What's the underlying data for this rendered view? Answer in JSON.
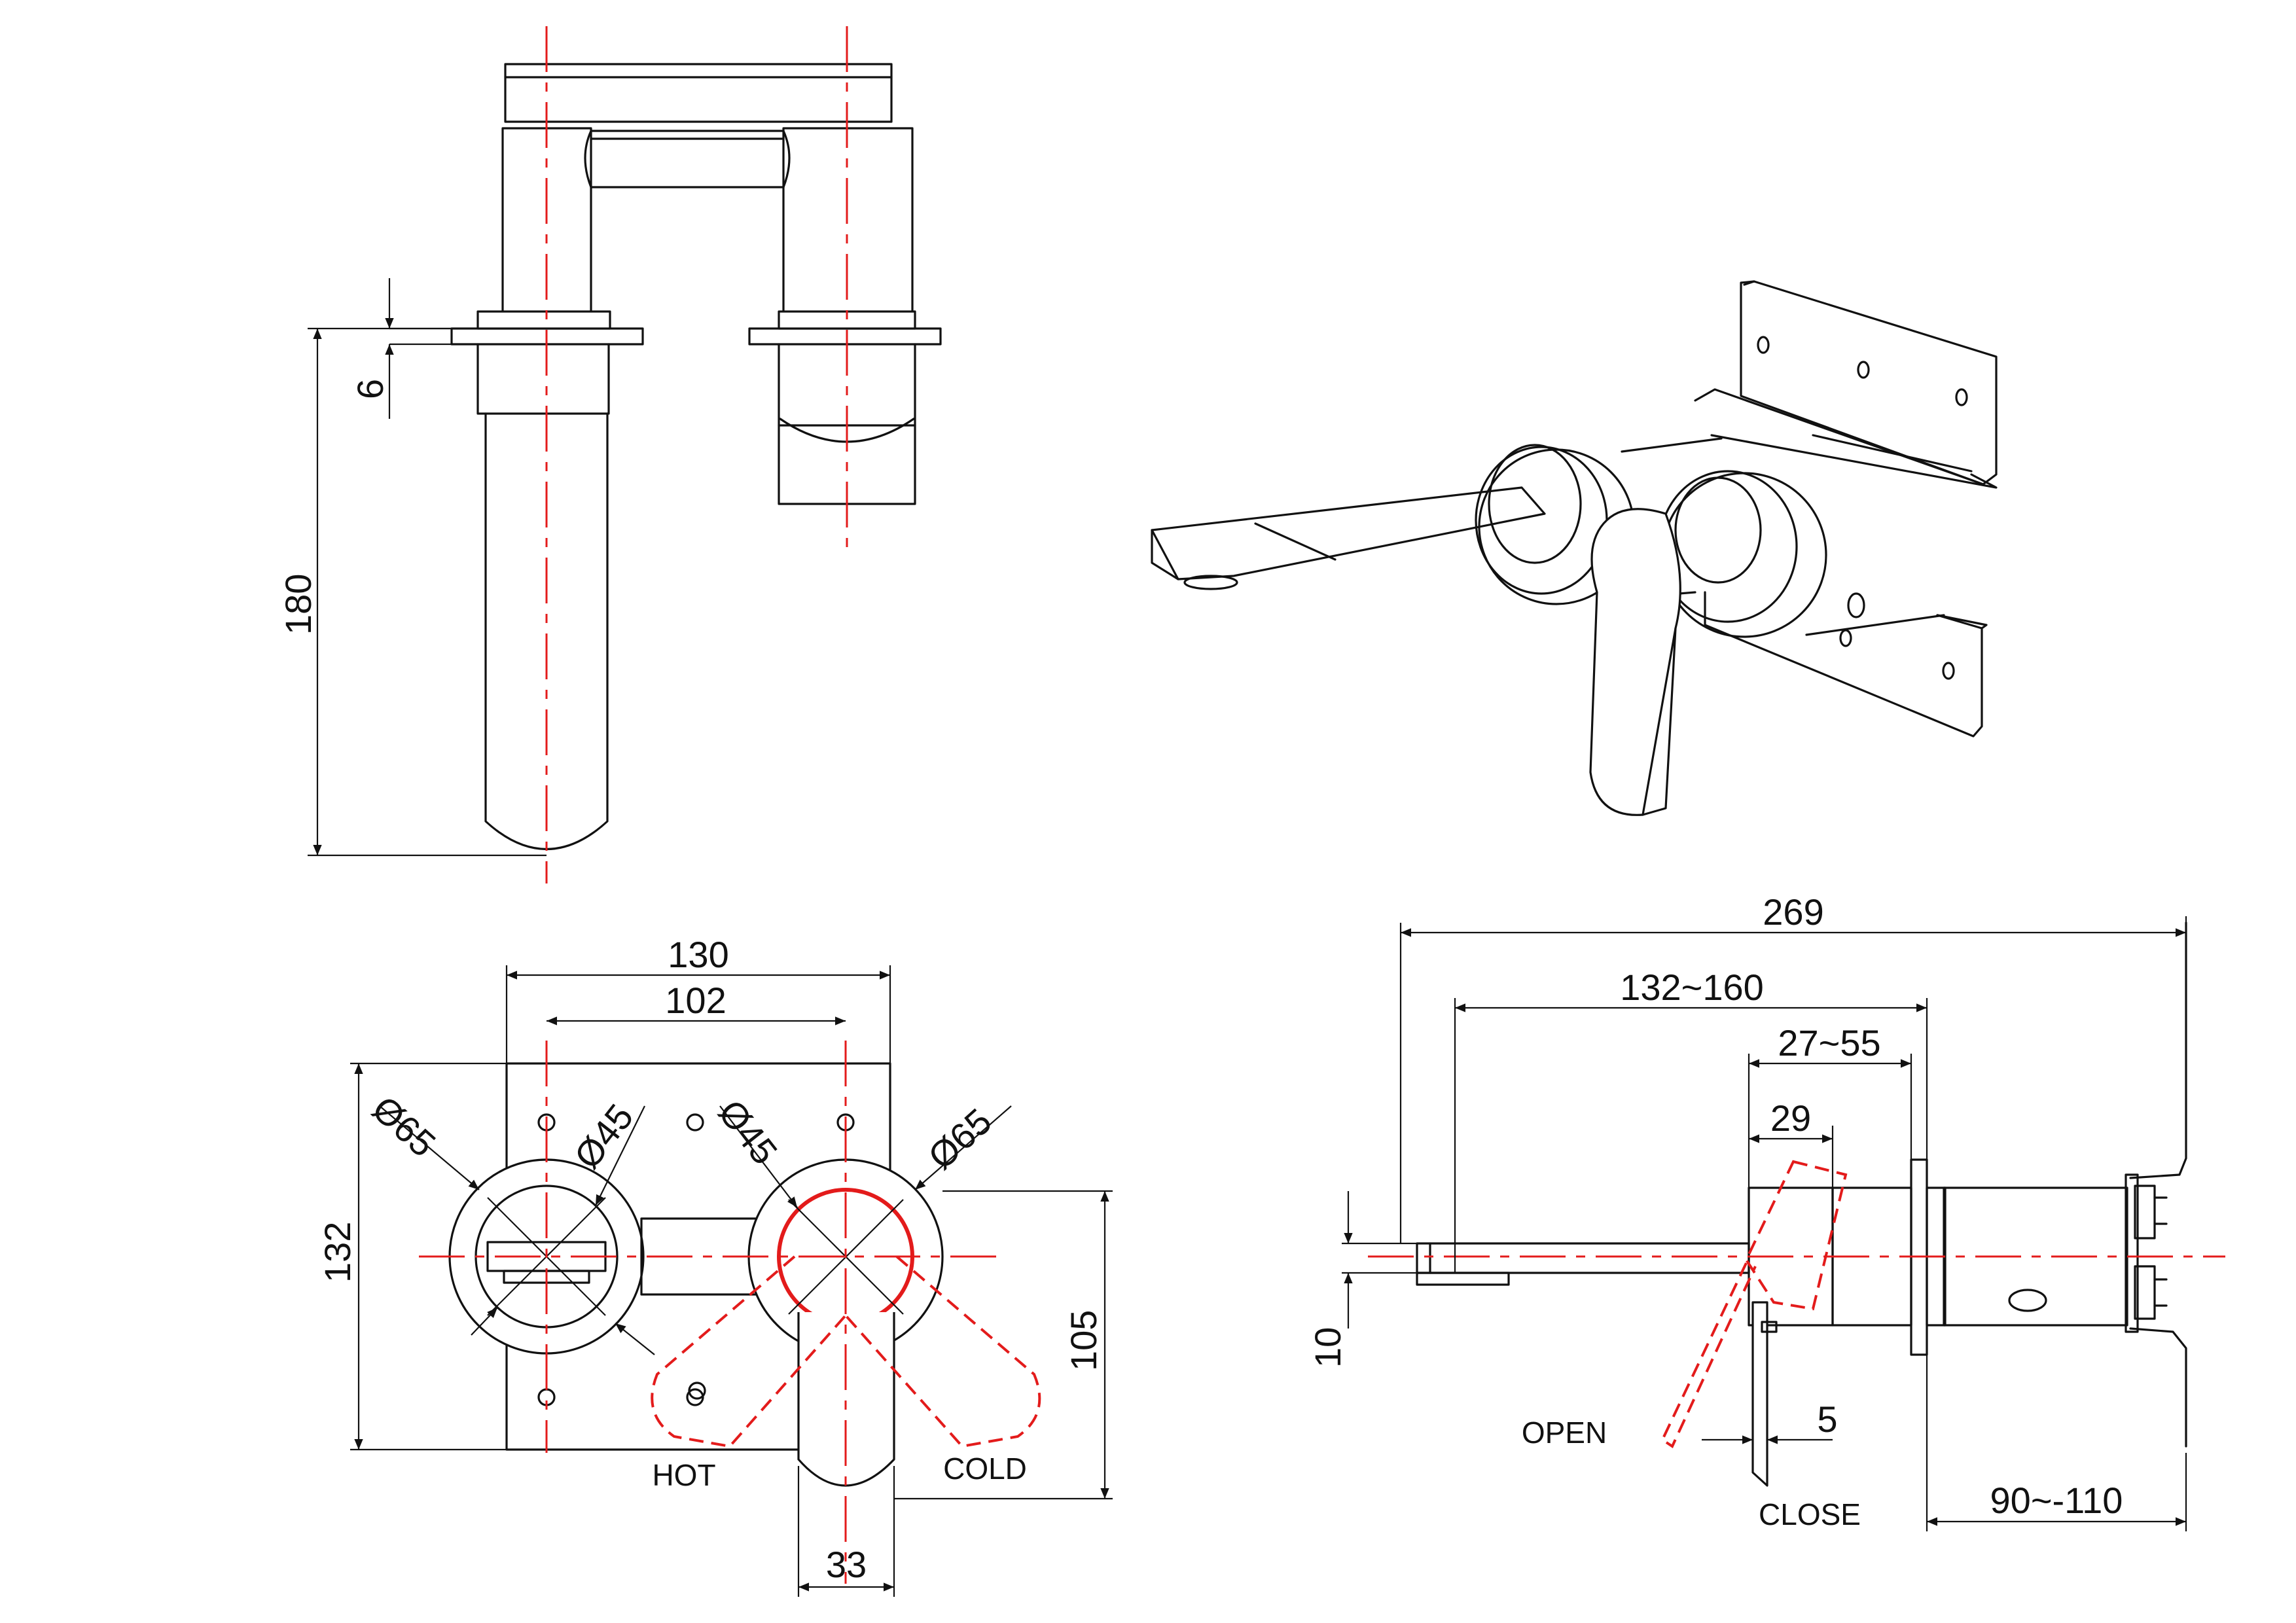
{
  "colors": {
    "line": "#111111",
    "centerline": "#e31b1b"
  },
  "front_view": {
    "dim_height": "180",
    "dim_flange": "6"
  },
  "plan_view": {
    "dim_overall_width": "130",
    "dim_centers": "102",
    "dim_height": "132",
    "dim_outlet_rosette": "Ø65",
    "dim_outlet_body": "Ø45",
    "dim_handle_body": "Ø45",
    "dim_handle_rosette": "Ø65",
    "dim_handle_drop": "105",
    "dim_handle_width": "33",
    "label_hot": "HOT",
    "label_cold": "COLD"
  },
  "side_view": {
    "dim_overall": "269",
    "dim_wall_range": "132~160",
    "dim_adjust": "27~55",
    "dim_body": "29",
    "dim_height": "10",
    "dim_lever": "5",
    "dim_depth": "90~-110",
    "label_open": "OPEN",
    "label_close": "CLOSE"
  }
}
